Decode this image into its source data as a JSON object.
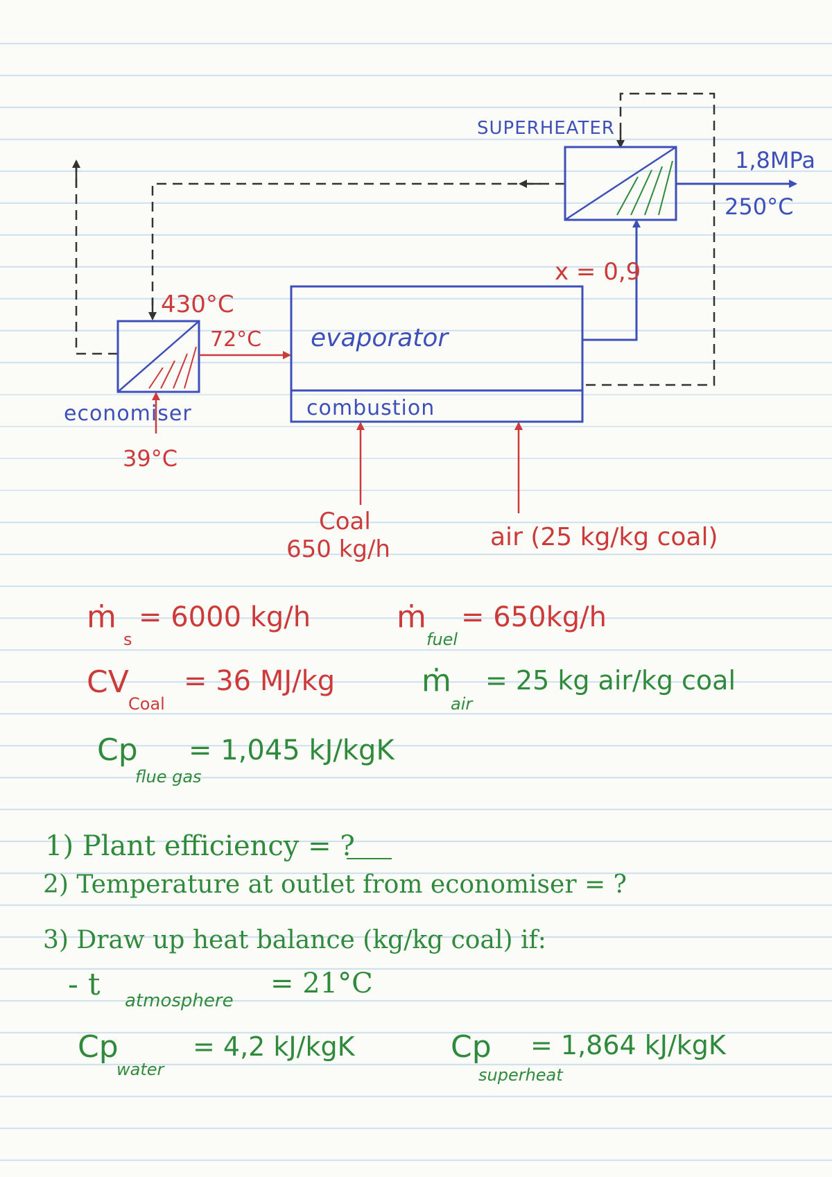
{
  "diagram": {
    "superheater_label": "SUPERHEATER",
    "pressure": "1,8MPa",
    "outlet_temp": "250°C",
    "quality": "x = 0,9",
    "flue_in_temp": "430°C",
    "water_out_temp": "72°C",
    "evaporator_label": "evaporator",
    "combustion_label": "combustion",
    "economiser_label": "economiser",
    "water_in_temp": "39°C",
    "coal_label": "Coal",
    "coal_rate": "650 kg/h",
    "air_label": "air (25 kg/kg coal)"
  },
  "givens": {
    "ms": {
      "symbol": "ṁ",
      "sub": "s",
      "value": "= 6000 kg/h"
    },
    "mfuel": {
      "symbol": "ṁ",
      "sub": "fuel",
      "value": "= 650kg/h"
    },
    "cv": {
      "symbol": "CV",
      "sub": "Coal",
      "value": "= 36 MJ/kg"
    },
    "mair": {
      "symbol": "ṁ",
      "sub": "air",
      "value": "= 25 kg air/kg coal"
    },
    "cp_flue": {
      "symbol": "Cp",
      "sub": "flue gas",
      "value": "= 1,045 kJ/kgK"
    }
  },
  "questions": {
    "q1": "1) Plant efficiency = ?",
    "q2": "2) Temperature at outlet from economiser = ?",
    "q3": "3) Draw up heat balance (kg/kg coal) if:",
    "t_atm_prefix": "- t",
    "t_atm_sub": "atmosphere",
    "t_atm_value": "= 21°C",
    "cp_water": {
      "symbol": "Cp",
      "sub": "water",
      "value": "= 4,2 kJ/kgK"
    },
    "cp_superheat": {
      "symbol": "Cp",
      "sub": "superheat",
      "value": "= 1,864 kJ/kgK"
    }
  },
  "colors": {
    "blue_ink": "#3d4fb8",
    "red_ink": "#cc3a3a",
    "green_ink": "#2f8a3c",
    "dark_ink": "#333333",
    "rule_line": "#cfe0ee"
  }
}
